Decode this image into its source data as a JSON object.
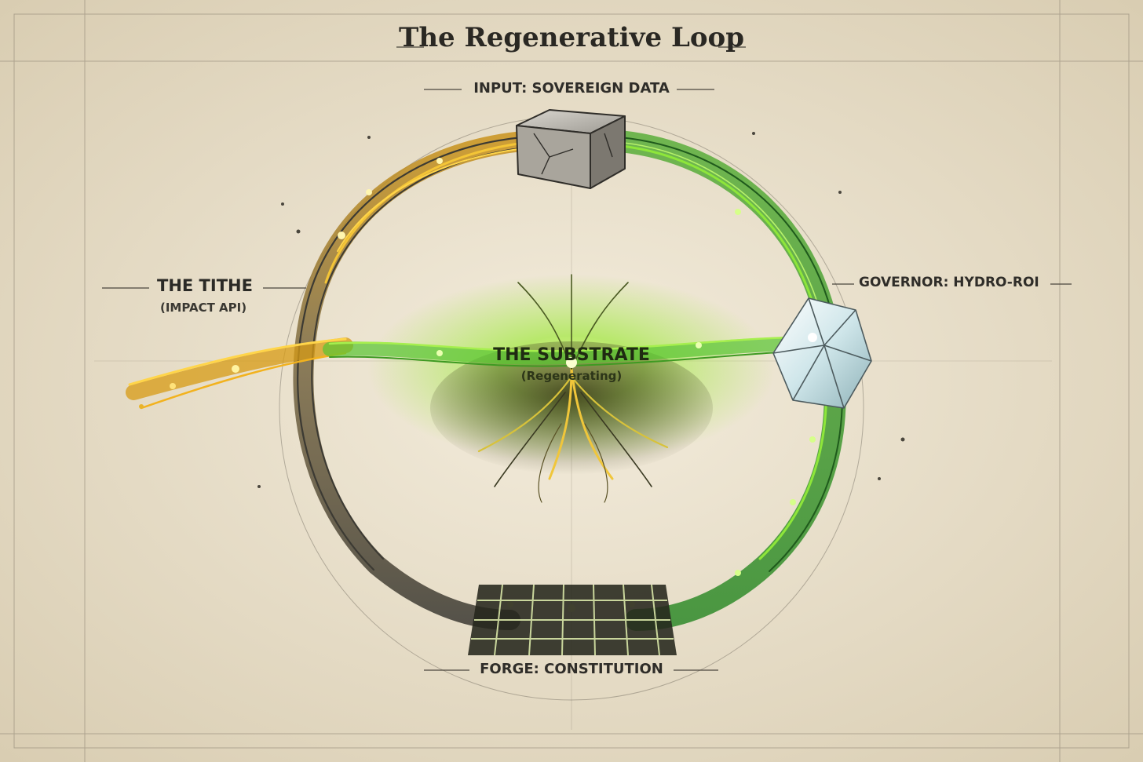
{
  "diagram": {
    "title": "The Regenerative Loop",
    "nodes": {
      "input": {
        "label": "INPUT: SOVEREIGN DATA",
        "icon": "stone-cube-icon"
      },
      "tithe": {
        "label": "THE TITHE",
        "sublabel": "(IMPACT API)"
      },
      "governor": {
        "label": "GOVERNOR: HYDRO-ROI",
        "icon": "crystal-gem-icon"
      },
      "substrate": {
        "label": "THE SUBSTRATE",
        "sublabel": "(Regenerating)",
        "icon": "root-network-icon"
      },
      "forge": {
        "label": "FORGE: CONSTITUTION",
        "icon": "grid-lattice-icon"
      }
    },
    "colors": {
      "paper": "#ece4d2",
      "ink": "#2b2a26",
      "gold": "#e0a51a",
      "green": "#4cbf2a",
      "bright_green": "#8ee63a",
      "crystal": "#dff1f4"
    }
  }
}
